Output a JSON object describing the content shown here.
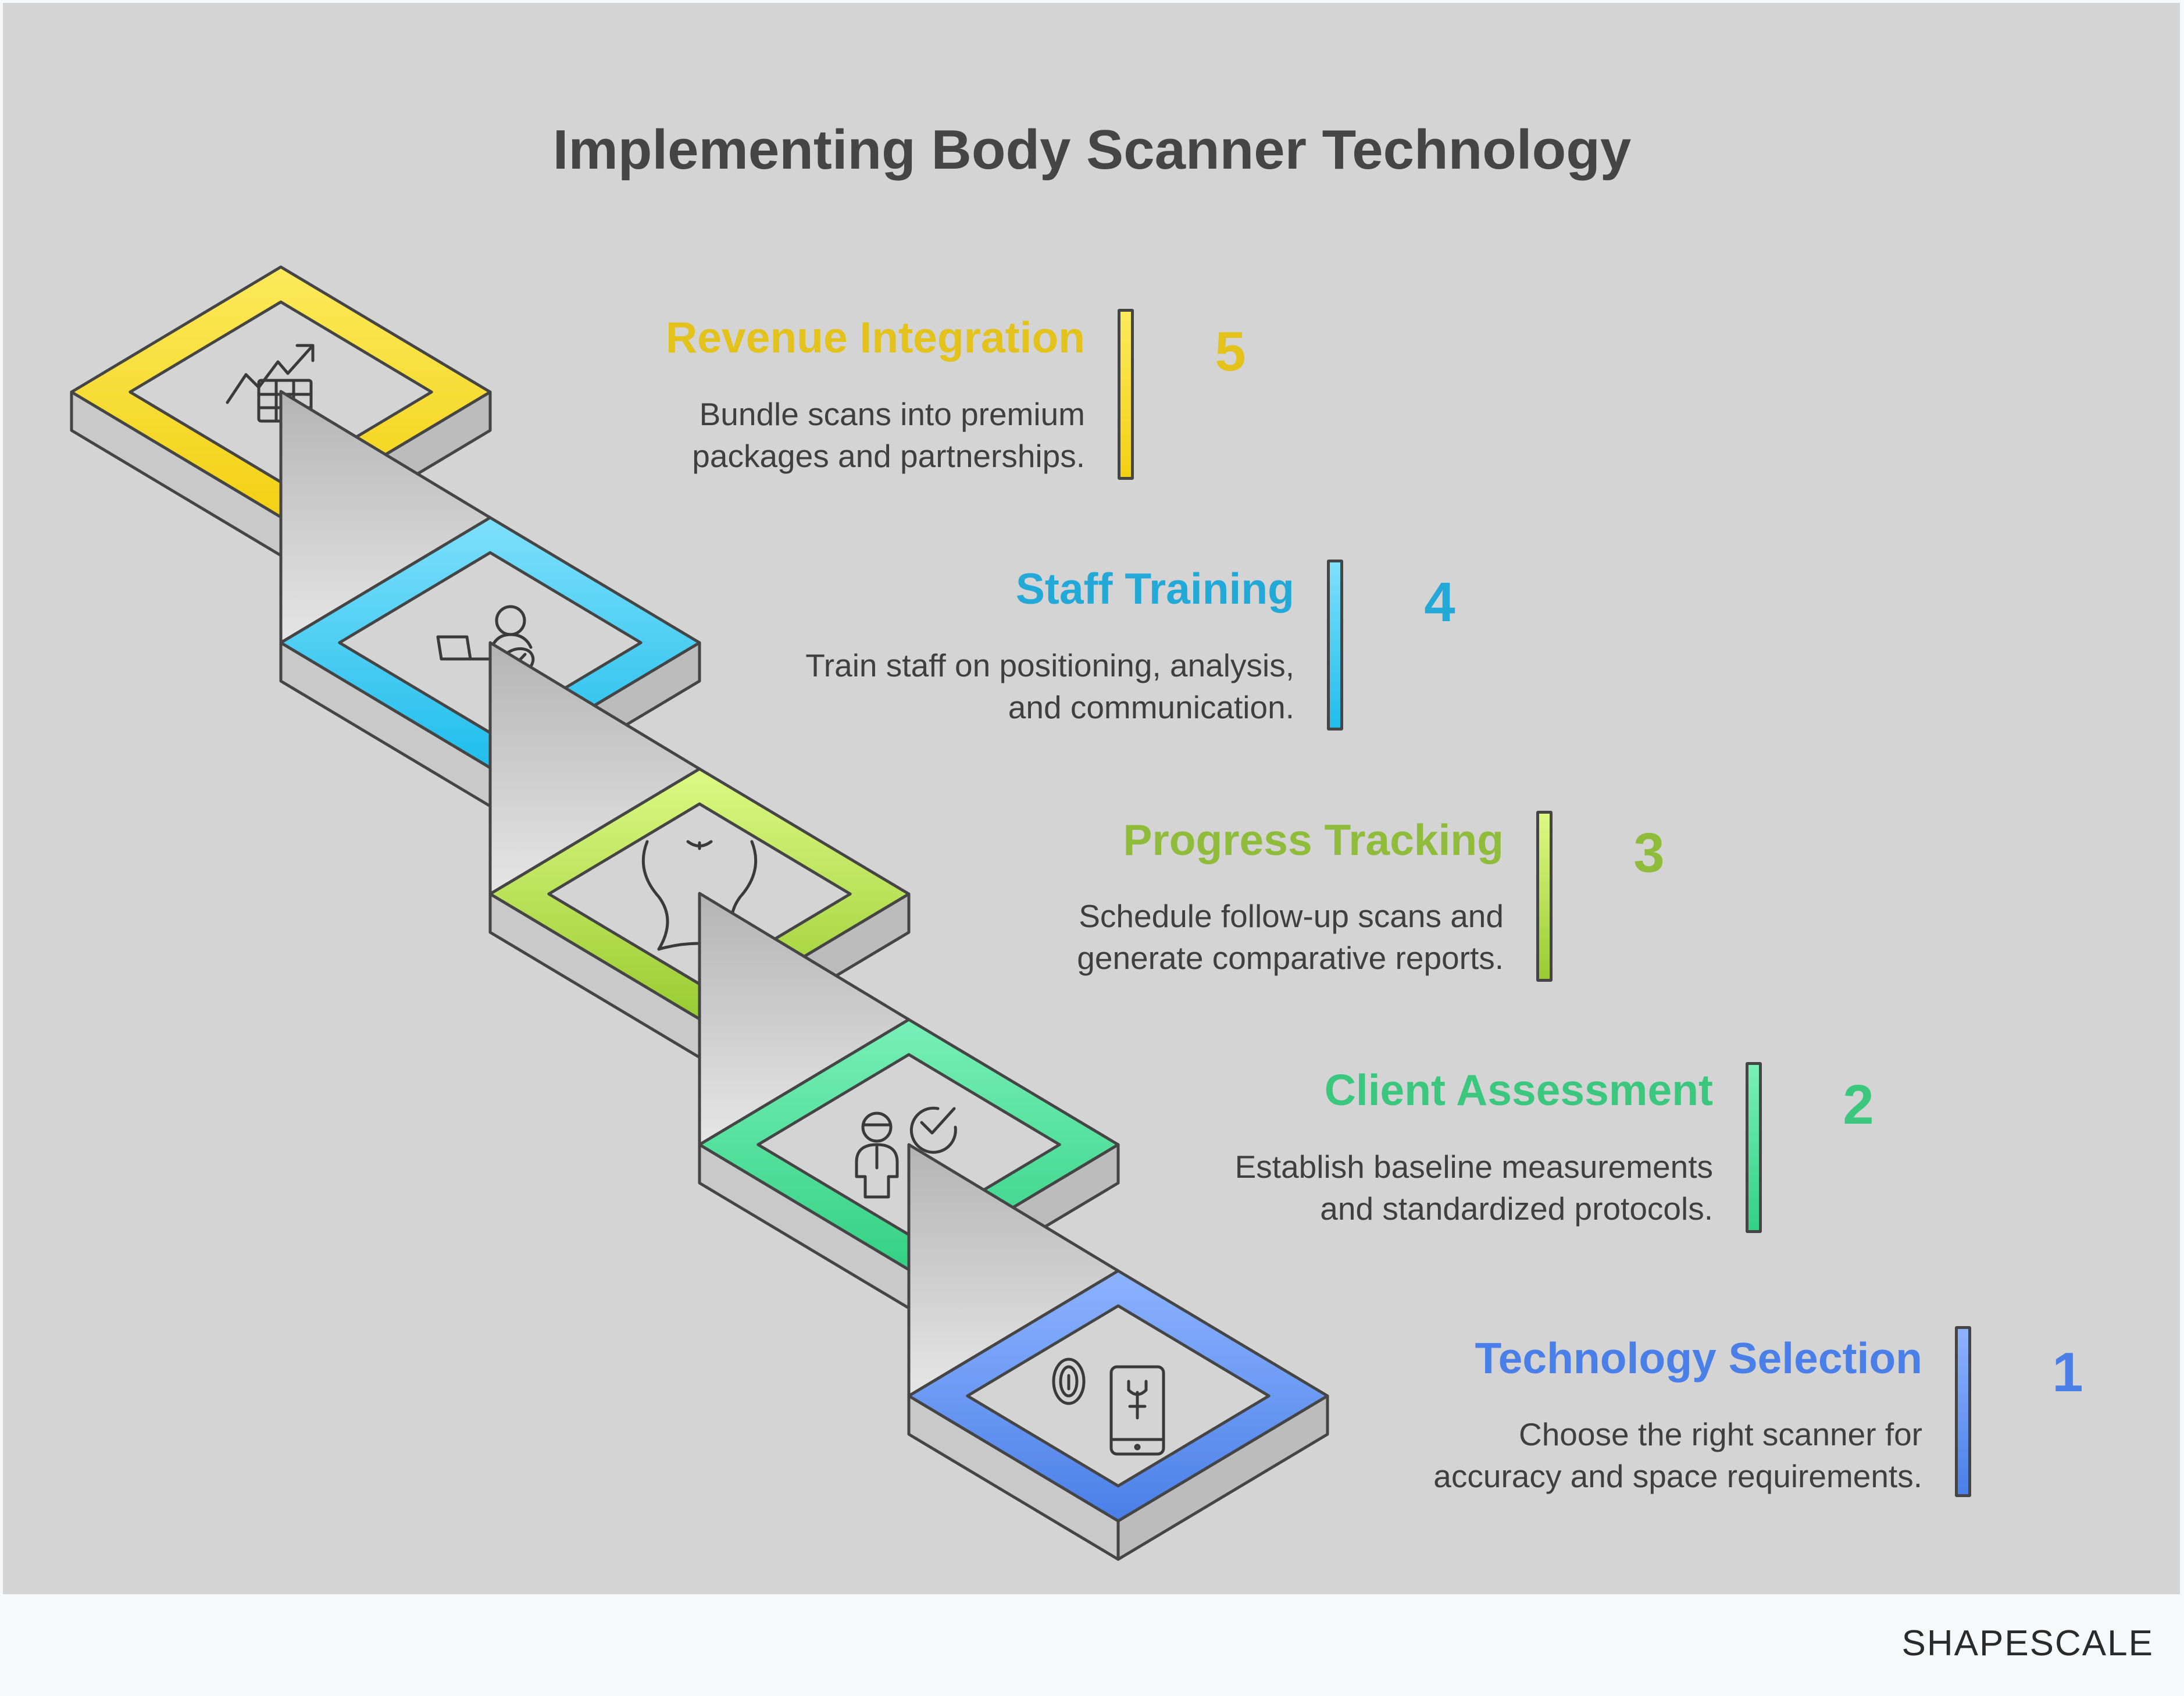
{
  "title": "Implementing Body Scanner Technology",
  "brand": "SHAPESCALE",
  "steps": [
    {
      "number": "1",
      "title": "Technology Selection",
      "description_lines": [
        "Choose the right scanner for",
        "accuracy and space requirements."
      ],
      "color": "#4a7fe8",
      "color_light": "#8db3ff",
      "color_dark": "#4a7fe8",
      "icon": "fingerprint-phone-icon"
    },
    {
      "number": "2",
      "title": "Client Assessment",
      "description_lines": [
        "Establish baseline measurements",
        "and standardized protocols."
      ],
      "color": "#3cc77f",
      "color_light": "#78f0b7",
      "color_dark": "#33d183",
      "icon": "person-checkmark-icon"
    },
    {
      "number": "3",
      "title": "Progress Tracking",
      "description_lines": [
        "Schedule follow-up scans and",
        "generate comparative reports."
      ],
      "color": "#8fbc3a",
      "color_light": "#ddf984",
      "color_dark": "#98cc30",
      "icon": "torso-icon"
    },
    {
      "number": "4",
      "title": "Staff Training",
      "description_lines": [
        "Train staff on positioning, analysis,",
        "and communication."
      ],
      "color": "#22a9d8",
      "color_light": "#7ee0fb",
      "color_dark": "#1fbdec",
      "icon": "staff-laptop-icon"
    },
    {
      "number": "5",
      "title": "Revenue Integration",
      "description_lines": [
        "Bundle scans into premium",
        "packages and partnerships."
      ],
      "color": "#e3c21b",
      "color_light": "#fbea5c",
      "color_dark": "#f3d012",
      "icon": "growth-chart-icon"
    }
  ]
}
